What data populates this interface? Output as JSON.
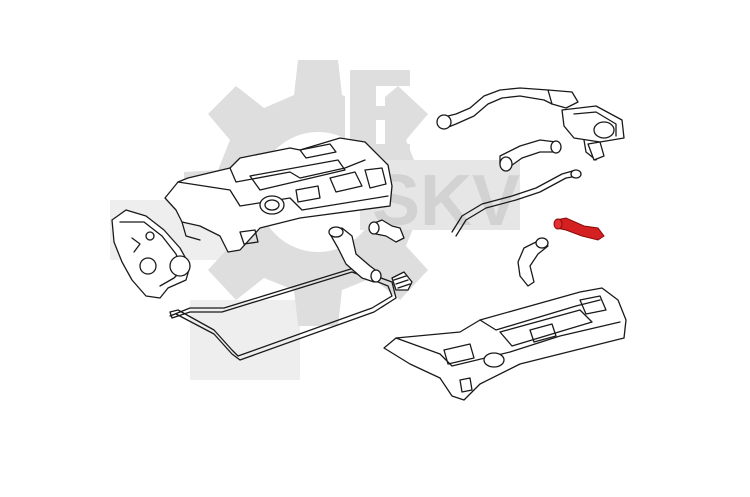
{
  "watermark": {
    "logo_text": "SKV",
    "letter": "E",
    "color": "#dedede"
  },
  "diagram": {
    "highlight_color": "#d42020",
    "line_color": "#1a1a1a",
    "highlighted_part": "crankcase-breather-hose"
  }
}
